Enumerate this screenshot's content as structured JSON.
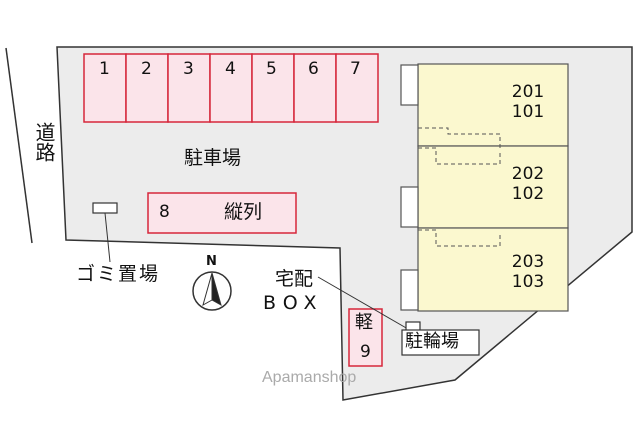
{
  "road_label": "道路",
  "parking": {
    "label": "駐車場",
    "spaces": [
      "1",
      "2",
      "3",
      "4",
      "5",
      "6",
      "7"
    ],
    "tandem_space": {
      "number": "8",
      "label": "縦列"
    },
    "kei_space": {
      "kanji": "軽",
      "number": "9"
    }
  },
  "garbage_area": {
    "label": "ゴミ置場"
  },
  "delivery_box": {
    "label_line1": "宅配",
    "label_line2": "BOX"
  },
  "bicycle_parking": {
    "label": "駐輪場"
  },
  "compass": {
    "label": "N"
  },
  "units": [
    {
      "upper": "201",
      "lower": "101"
    },
    {
      "upper": "202",
      "lower": "102"
    },
    {
      "upper": "203",
      "lower": "103"
    }
  ],
  "watermark": "Apamanshop",
  "colors": {
    "lot": "#ececec",
    "parking_fill": "#fbe4ea",
    "parking_stroke": "#d6263b",
    "building_fill": "#fbf8cf",
    "outline": "#333333"
  }
}
